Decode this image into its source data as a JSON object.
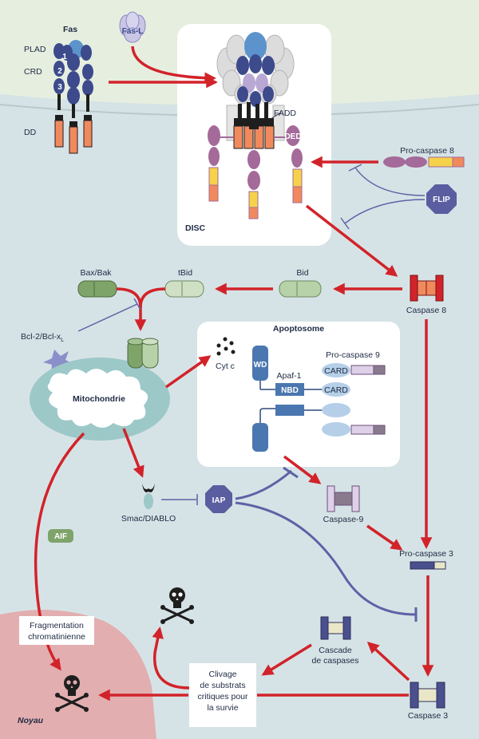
{
  "labels": {
    "fas": "Fas",
    "fasl": "Fas-L",
    "plad": "PLAD",
    "crd": "CRD",
    "dd": "DD",
    "n1": "1",
    "n2": "2",
    "n3": "3",
    "fadd": "FADD",
    "ded": "DED",
    "disc": "DISC",
    "procasp8": "Pro-caspase 8",
    "flip": "FLIP",
    "casp8": "Caspase 8",
    "bid": "Bid",
    "tbid": "tBid",
    "baxbak": "Bax/Bak",
    "bcl2": "Bcl-2/Bcl-x",
    "bcl2_sub": "L",
    "mito": "Mitochondrie",
    "cytc": "Cyt c",
    "apoptosome": "Apoptosome",
    "wd": "WD",
    "apaf1": "Apaf-1",
    "nbd": "NBD",
    "card1": "CARD",
    "card2": "CARD",
    "procasp9": "Pro-caspase 9",
    "casp9": "Caspase-9",
    "smac": "Smac/DIABLO",
    "iap": "IAP",
    "aif": "AIF",
    "procasp3": "Pro-caspase 3",
    "casp3": "Caspase 3",
    "cascade1": "Cascade",
    "cascade2": "de caspases",
    "frag1": "Fragmentation",
    "frag2": "chromatinienne",
    "clivage1": "Clivage",
    "clivage2": "de substrats",
    "clivage3": "critiques pour",
    "clivage4": "la survie",
    "noyau": "Noyau"
  },
  "colors": {
    "extracellular": "#e6efdf",
    "cytoplasm": "#d6e3e6",
    "nucleus": "#e2aeb0",
    "mitochondria": "#9cc8c8",
    "activation_arrow": "#d2232a",
    "inhibition_line": "#5d62a6",
    "fas_receptor": "#3d4a8c",
    "death_domain": "#f08a5d",
    "ded_domain": "#a46a99",
    "caspase_yellow": "#f6d24a",
    "flip": "#5a5d9f",
    "bid": "#b7d1a8",
    "card": "#b6cfe8"
  },
  "icons": [
    "skull-crossbones-icon",
    "cyt-c-dots-icon",
    "bcl2-star-icon"
  ]
}
